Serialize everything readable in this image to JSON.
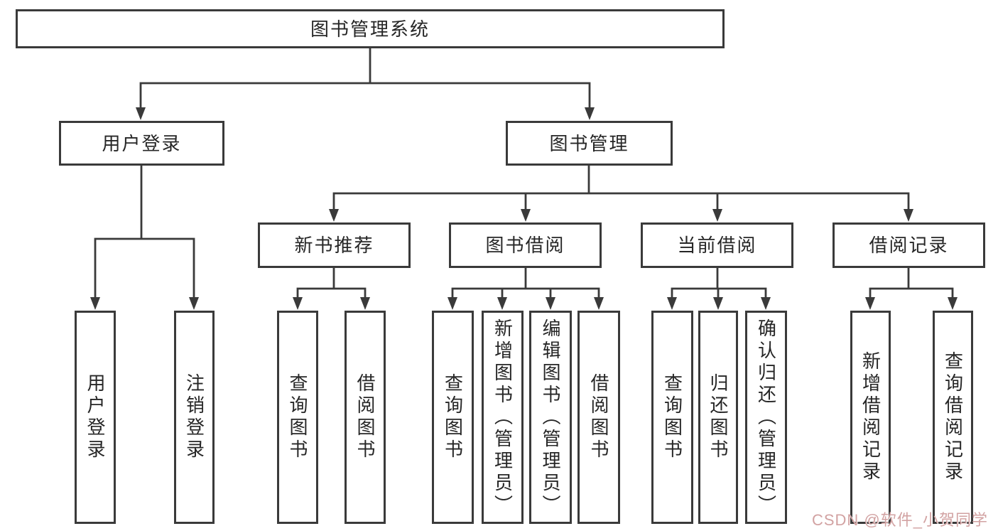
{
  "diagram": {
    "root": {
      "label": "图书管理系统"
    },
    "branches": [
      {
        "label": "用户登录",
        "children": [
          {
            "label": "用户登录"
          },
          {
            "label": "注销登录"
          }
        ]
      },
      {
        "label": "图书管理",
        "children": [
          {
            "label": "新书推荐",
            "children": [
              {
                "label": "查询图书"
              },
              {
                "label": "借阅图书"
              }
            ]
          },
          {
            "label": "图书借阅",
            "children": [
              {
                "label": "查询图书"
              },
              {
                "label": "新增图书（管理员）"
              },
              {
                "label": "编辑图书（管理员）"
              },
              {
                "label": "借阅图书"
              }
            ]
          },
          {
            "label": "当前借阅",
            "children": [
              {
                "label": "查询图书"
              },
              {
                "label": "归还图书"
              },
              {
                "label": "确认归还（管理员）"
              }
            ]
          },
          {
            "label": "借阅记录",
            "children": [
              {
                "label": "新增借阅记录"
              },
              {
                "label": "查询借阅记录"
              }
            ]
          }
        ]
      }
    ],
    "watermark": "CSDN @软件_小贺同学",
    "colors": {
      "line": "#3a3a3a",
      "text": "#262626",
      "background": "#ffffff",
      "watermark": "#d2a2a2"
    }
  }
}
